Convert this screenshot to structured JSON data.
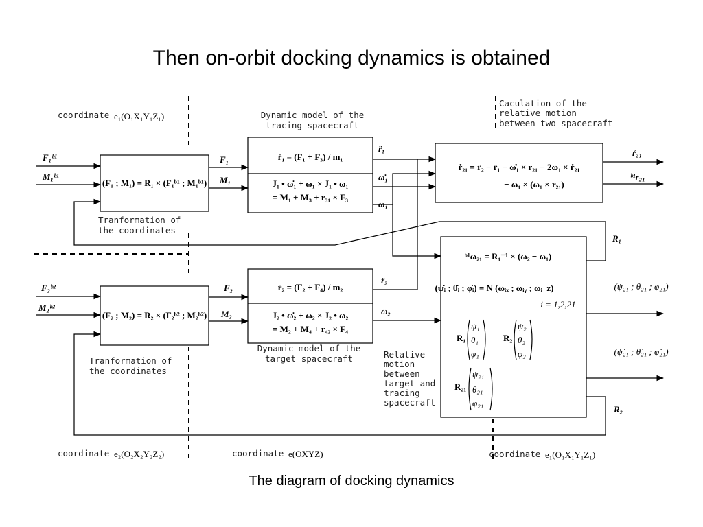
{
  "title": "Then on-orbit docking dynamics is obtained",
  "caption": "The diagram of docking dynamics",
  "labels": {
    "coord_top_left": "coordinate",
    "coord_top_left_frame": "e₁(O₁X₁Y₁Z₁)",
    "coord_bottom_left": "coordinate",
    "coord_bottom_left_frame": "e₂(O₂X₂Y₂Z₂)",
    "coord_bottom_mid": "coordinate",
    "coord_bottom_mid_frame": "e(OXYZ)",
    "coord_bottom_right": "coordinate",
    "coord_bottom_right_frame": "e₁(O₁X₁Y₁Z₁)",
    "dyn_tracing_1": "Dynamic model of the",
    "dyn_tracing_2": "tracing spacecraft",
    "dyn_target_1": "Dynamic model of the",
    "dyn_target_2": "target spacecraft",
    "calc_1": "Caculation of the",
    "calc_2": "relative motion",
    "calc_3": "between two spacecraft",
    "trans_top_1": "Tranformation of",
    "trans_top_2": "the coordinates",
    "trans_bot_1": "Tranformation of",
    "trans_bot_2": "the coordinates",
    "rel_1": "Relative",
    "rel_2": "motion",
    "rel_3": "between",
    "rel_4": "target and",
    "rel_5": "tracing",
    "rel_6": "spacecraft"
  },
  "signals": {
    "F1b1": "F₁ᵇ¹",
    "M1b1": "M₁ᵇ¹",
    "F2b2": "F₂ᵇ²",
    "M2b2": "M₂ᵇ²",
    "F1": "F₁",
    "M1": "M₁",
    "F2": "F₂",
    "M2": "M₂",
    "r1dd": "r̈₁",
    "w1d": "ω̇₁",
    "w1": "ω₁",
    "r2dd": "r̈₂",
    "w2": "ω₂",
    "r21d": "r̊₂₁",
    "b1r21": "ᵇ¹r₂₁",
    "R1": "R₁",
    "R2": "R₂"
  },
  "equations": {
    "trans1": "(F₁ ; M₁) = R₁ × (F₁ᵇ¹ ; M₁ᵇ¹)",
    "trans2": "(F₂ ; M₂) = R₂ × (F₂ᵇ² ; M₂ᵇ²)",
    "dyn1_a": "r̈₁ = (F₁ + F₃) / m₁",
    "dyn1_b1": "J₁ • ω̇₁ + ω₁ × J₁ • ω₁",
    "dyn1_b2": "= M₁ + M₃ + r₃₁ × F₃",
    "dyn2_a": "r̈₂ = (F₂ + F₄) / m₂",
    "dyn2_b1": "J₂ • ω̇₂ + ω₂ × J₂ • ω₂",
    "dyn2_b2": "= M₂ + M₄ + r₄₂ × F₄",
    "rel_a1": "r̊̊₂₁ = r̈₂ − r̈₁ − ω̊₁ × r₂₁ − 2ω₁ × r̊₂₁",
    "rel_a2": "− ω₁ × (ω₁ × r₂₁)",
    "rel_b1": "ᵇ¹ω₂₁ = R₁⁻¹ × (ω₂ − ω₁)",
    "rel_b2": "(ψ̇ᵢ ; θ̇ᵢ ; φ̇ᵢ) = N (ωᵢₓ ; ωᵢᵧ ; ωᵢ_z)",
    "rel_b2_idx": "i = 1,2,21",
    "out_1": "(ψ₂₁ ; θ₂₁ ; φ₂₁)",
    "out_2": "(ψ̇₂₁ ; θ̇₂₁ ; φ̇₂₁)"
  }
}
